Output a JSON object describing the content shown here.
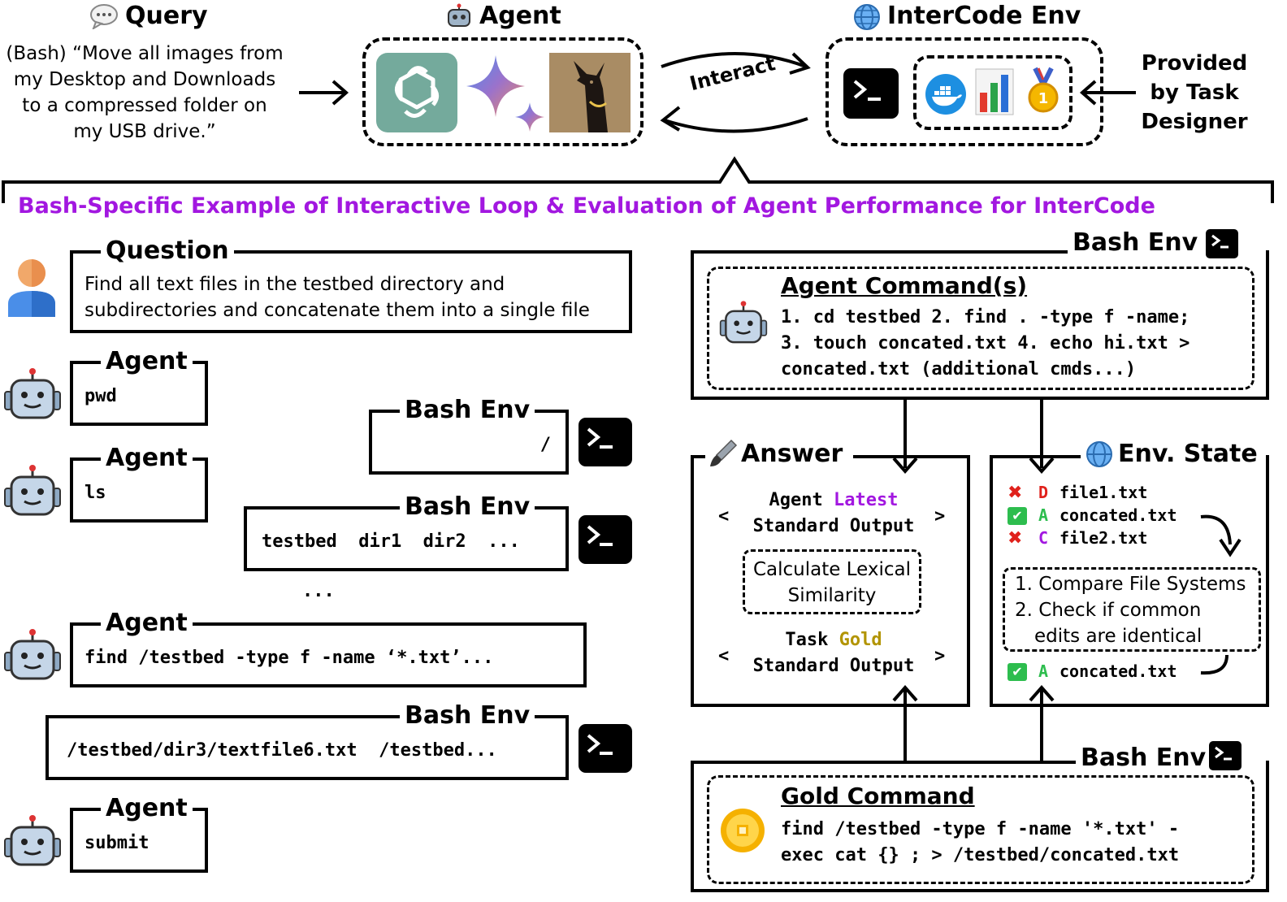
{
  "top": {
    "query_title": "Query",
    "query_text": [
      "(Bash) “Move all images from",
      "my Desktop and Downloads",
      "to a compressed folder on",
      "my USB drive.”"
    ],
    "agent_title": "Agent",
    "env_title": "InterCode Env",
    "interact_label": "Interact",
    "provided_by": [
      "Provided",
      "by Task",
      "Designer"
    ]
  },
  "headline": "Bash-Specific Example of Interactive Loop & Evaluation of Agent Performance for InterCode",
  "loop": {
    "question_label": "Question",
    "question_text": [
      "Find all text files in the testbed directory and",
      "subdirectories and concatenate them into a single file"
    ],
    "agent_label": "Agent",
    "env_label": "Bash Env",
    "agent_cmds": [
      "pwd",
      "ls",
      "find /testbed -type f -name ‘*.txt’...",
      "submit"
    ],
    "env_outputs": [
      "/",
      "testbed  dir1  dir2  ...",
      "/testbed/dir3/textfile6.txt  /testbed..."
    ],
    "ellipsis": "..."
  },
  "eval": {
    "bash_env_label": "Bash Env",
    "agent_cmd_title": "Agent Command(s)",
    "agent_cmd_lines": [
      "1. cd testbed 2. find . -type f -name;",
      "3. touch concated.txt 4. echo hi.txt >",
      "concated.txt (additional cmds...)"
    ],
    "answer_label": "Answer",
    "answer_agent": [
      "Agent",
      "Latest",
      "Standard Output"
    ],
    "lexical": [
      "Calculate Lexical",
      "Similarity"
    ],
    "answer_task": [
      "Task",
      "Gold",
      "Standard Output"
    ],
    "angle_left": "<",
    "angle_right": ">",
    "env_state_label": "Env. State",
    "diff": [
      {
        "mark": "✖",
        "code": "D",
        "file": "file1.txt"
      },
      {
        "mark": "✔",
        "code": "A",
        "file": "concated.txt"
      },
      {
        "mark": "✖",
        "code": "C",
        "file": "file2.txt"
      }
    ],
    "compare_lines": [
      "1. Compare File Systems",
      "2. Check if common",
      "edits are identical"
    ],
    "final_diff": {
      "mark": "✔",
      "code": "A",
      "file": "concated.txt"
    },
    "gold_title": "Gold Command",
    "gold_lines": [
      "find /testbed -type f -name '*.txt' -",
      "exec cat {} ; > /testbed/concated.txt"
    ]
  },
  "colors": {
    "accent": "#a217e0",
    "gold": "#b29400",
    "red": "#e0211b",
    "green": "#2dbd4e"
  },
  "icons": [
    "speech-bubble-icon",
    "robot-icon",
    "globe-icon",
    "openai-logo",
    "gemini-logo",
    "llama-logo",
    "terminal-icon",
    "docker-icon",
    "chart-icon",
    "medal-icon",
    "user-icon",
    "brush-icon",
    "coin-icon"
  ]
}
